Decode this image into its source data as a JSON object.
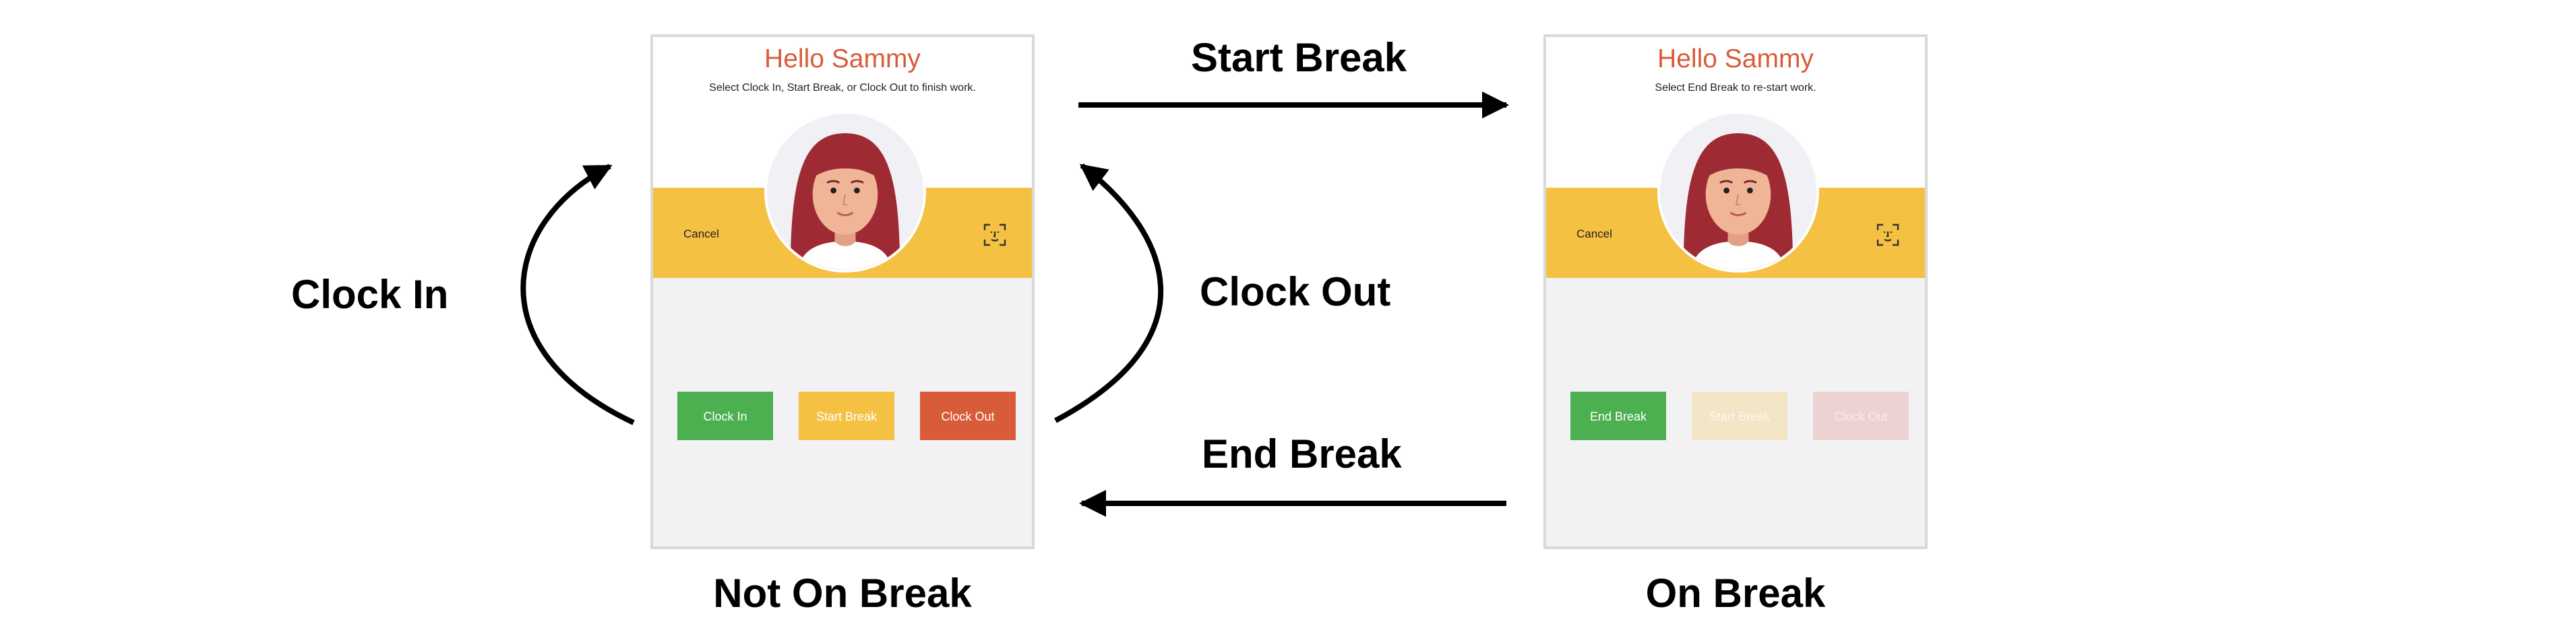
{
  "transitions": {
    "clock_in": "Clock In",
    "start_break": "Start Break",
    "clock_out": "Clock Out",
    "end_break": "End Break"
  },
  "states": {
    "not_on_break": {
      "caption": "Not On Break",
      "greeting": "Hello Sammy",
      "instruction": "Select Clock In, Start Break, or Clock Out to finish work.",
      "cancel_label": "Cancel",
      "buttons": {
        "clock_in": "Clock In",
        "start_break": "Start Break",
        "clock_out": "Clock Out"
      }
    },
    "on_break": {
      "caption": "On Break",
      "greeting": "Hello Sammy",
      "instruction": "Select End Break to re-start work.",
      "cancel_label": "Cancel",
      "buttons": {
        "end_break": "End Break",
        "start_break": "Start Break",
        "clock_out": "Clock Out"
      }
    }
  },
  "icons": {
    "scan": "face-scan-icon",
    "avatar": "avatar-illustration"
  },
  "colors": {
    "greeting": "#d85c3a",
    "band": "#f4c143",
    "green": "#4caf50",
    "yellow": "#f4c143",
    "red": "#d85c3a"
  }
}
